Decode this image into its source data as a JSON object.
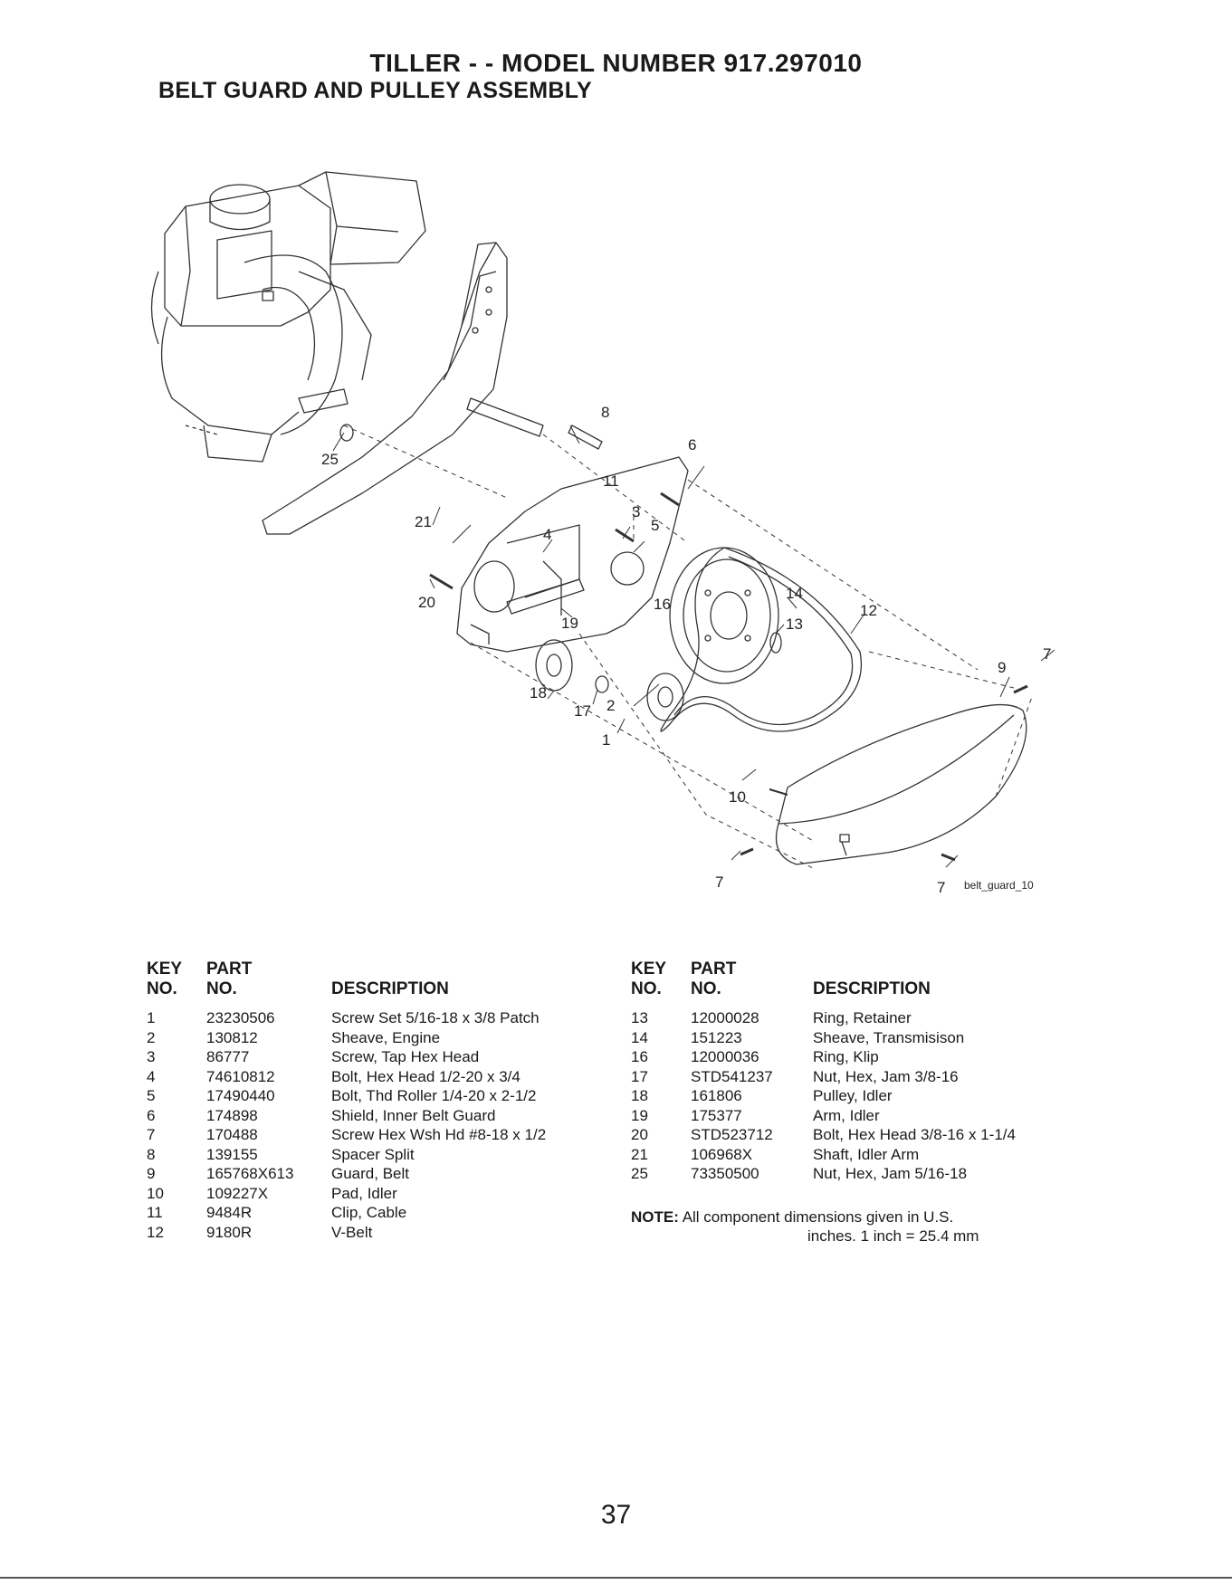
{
  "header": {
    "title": "TILLER - - MODEL NUMBER 917.297010",
    "subtitle": "BELT GUARD AND PULLEY ASSEMBLY"
  },
  "diagram": {
    "image_tag": "belt_guard_10",
    "callouts": {
      "c1": "1",
      "c2": "2",
      "c3": "3",
      "c4": "4",
      "c5": "5",
      "c6": "6",
      "c7a": "7",
      "c7b": "7",
      "c7c": "7",
      "c8": "8",
      "c9": "9",
      "c10": "10",
      "c11": "11",
      "c12": "12",
      "c13": "13",
      "c14": "14",
      "c16": "16",
      "c17": "17",
      "c18": "18",
      "c19": "19",
      "c20": "20",
      "c21": "21",
      "c25": "25"
    }
  },
  "table_headers": {
    "key_line1": "KEY",
    "key_line2": "NO.",
    "part_line1": "PART",
    "part_line2": "NO.",
    "description": "DESCRIPTION"
  },
  "parts_left": [
    {
      "key": "1",
      "part": "23230506",
      "desc": "Screw Set 5/16-18 x 3/8 Patch"
    },
    {
      "key": "2",
      "part": "130812",
      "desc": "Sheave, Engine"
    },
    {
      "key": "3",
      "part": "86777",
      "desc": "Screw, Tap Hex Head"
    },
    {
      "key": "4",
      "part": "74610812",
      "desc": "Bolt, Hex Head 1/2-20 x 3/4"
    },
    {
      "key": "5",
      "part": "17490440",
      "desc": "Bolt, Thd Roller 1/4-20 x 2-1/2"
    },
    {
      "key": "6",
      "part": "174898",
      "desc": "Shield, Inner Belt Guard"
    },
    {
      "key": "7",
      "part": "170488",
      "desc": "Screw Hex Wsh Hd #8-18 x 1/2"
    },
    {
      "key": "8",
      "part": "139155",
      "desc": "Spacer Split"
    },
    {
      "key": "9",
      "part": "165768X613",
      "desc": "Guard, Belt"
    },
    {
      "key": "10",
      "part": "109227X",
      "desc": "Pad, Idler"
    },
    {
      "key": "11",
      "part": "9484R",
      "desc": "Clip, Cable"
    },
    {
      "key": "12",
      "part": "9180R",
      "desc": "V-Belt"
    }
  ],
  "parts_right": [
    {
      "key": "13",
      "part": "12000028",
      "desc": "Ring, Retainer"
    },
    {
      "key": "14",
      "part": "151223",
      "desc": "Sheave, Transmisison"
    },
    {
      "key": "16",
      "part": "12000036",
      "desc": "Ring, Klip"
    },
    {
      "key": "17",
      "part": "STD541237",
      "desc": "Nut, Hex, Jam 3/8-16"
    },
    {
      "key": "18",
      "part": "161806",
      "desc": "Pulley, Idler"
    },
    {
      "key": "19",
      "part": "175377",
      "desc": "Arm, Idler"
    },
    {
      "key": "20",
      "part": "STD523712",
      "desc": "Bolt, Hex Head 3/8-16 x 1-1/4"
    },
    {
      "key": "21",
      "part": "106968X",
      "desc": "Shaft, Idler Arm"
    },
    {
      "key": "25",
      "part": "73350500",
      "desc": "Nut, Hex, Jam 5/16-18"
    }
  ],
  "note": {
    "label": "NOTE:",
    "line1": "All component dimensions given in U.S.",
    "line2": "inches. 1 inch = 25.4 mm"
  },
  "page_number": "37"
}
